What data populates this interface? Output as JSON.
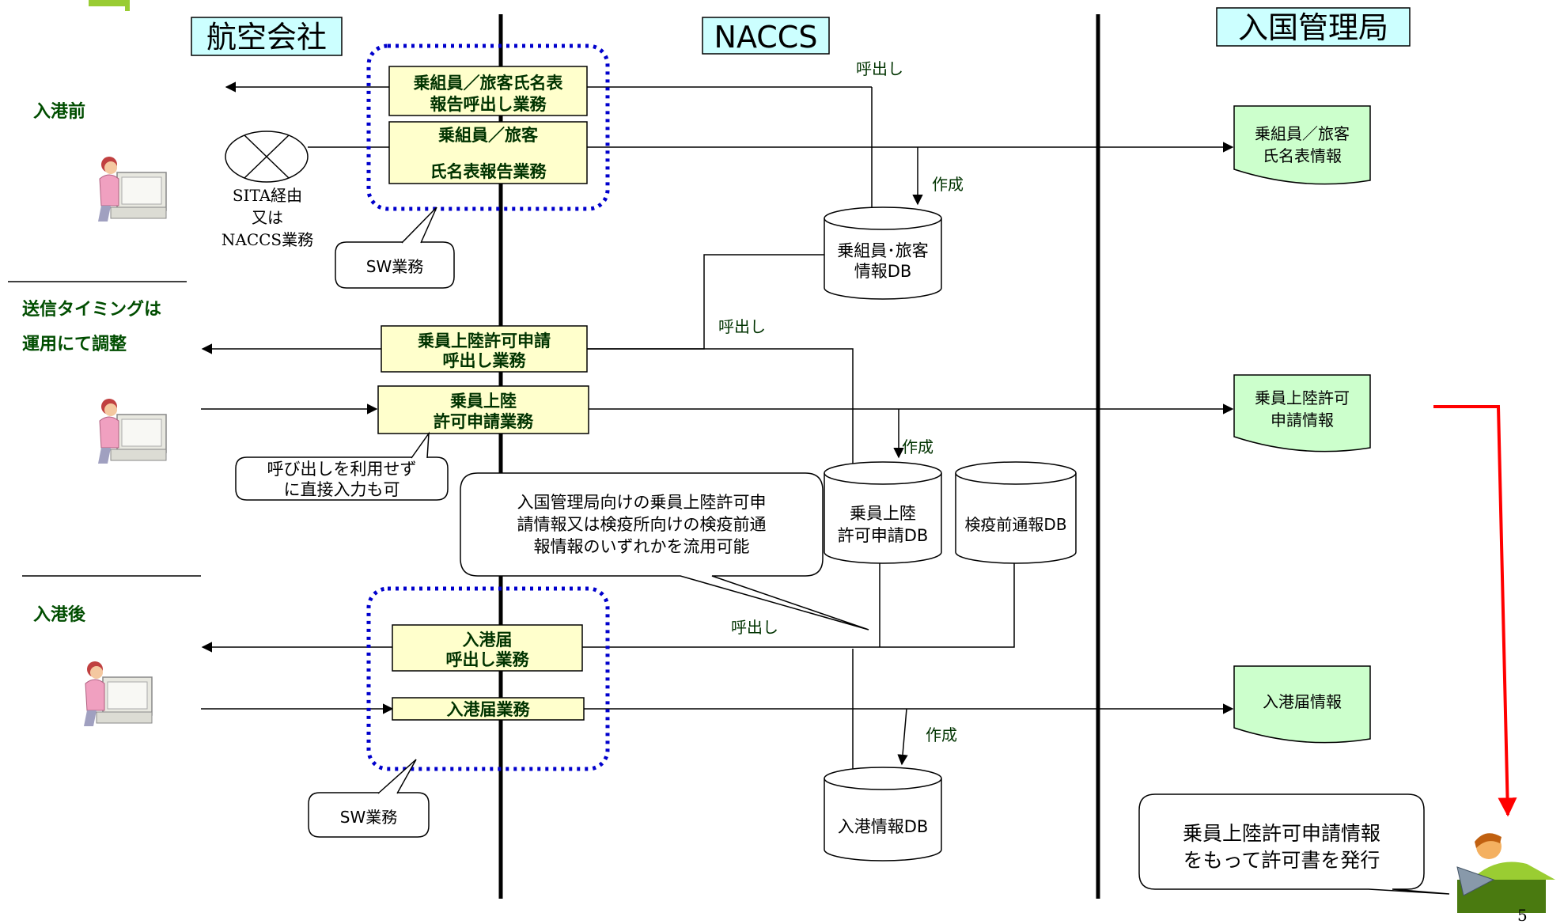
{
  "headers": {
    "airline": "航空会社",
    "naccs": "NACCS",
    "immigration": "入国管理局"
  },
  "phases": {
    "before": "入港前",
    "timing_1": "送信タイミングは",
    "timing_2": "運用にて調整",
    "after": "入港後"
  },
  "network": {
    "line_1": "SITA経由",
    "line_2": "又は",
    "line_3": "NACCS業務"
  },
  "business": {
    "call_list_1": "乗組員／旅客氏名表",
    "call_list_2": "報告呼出し業務",
    "list_1": "乗組員／旅客",
    "list_2": "氏名表報告業務",
    "call_landing_1": "乗員上陸許可申請",
    "call_landing_2": "呼出し業務",
    "landing_1": "乗員上陸",
    "landing_2": "許可申請業務",
    "call_arrival_1": "入港届",
    "call_arrival_2": "呼出し業務",
    "arrival": "入港届業務"
  },
  "labels": {
    "call": "呼出し",
    "create": "作成"
  },
  "databases": {
    "crew_1": "乗組員･旅客",
    "crew_2": "情報DB",
    "landing_1": "乗員上陸",
    "landing_2": "許可申請DB",
    "quarantine": "検疫前通報DB",
    "arrival": "入港情報DB"
  },
  "outputs": {
    "list_1": "乗組員／旅客",
    "list_2": "氏名表情報",
    "landing_1": "乗員上陸許可",
    "landing_2": "申請情報",
    "arrival": "入港届情報"
  },
  "callouts": {
    "sw_1": "SW業務",
    "sw_2": "SW業務",
    "direct_1": "呼び出しを利用せず",
    "direct_2": "に直接入力も可",
    "reuse_1": "入国管理局向けの乗員上陸許可申",
    "reuse_2": "請情報又は検疫所向けの検疫前通",
    "reuse_3": "報情報のいずれかを流用可能",
    "issue_1": "乗員上陸許可申請情報",
    "issue_2": "をもって許可書を発行"
  },
  "page_number": "5",
  "colors": {
    "box_fill": "#ffffcc",
    "output_fill": "#ccffcc",
    "dashed": "#0000cc",
    "header_fill": "#ccffff",
    "red_arrow": "#ff0000"
  }
}
